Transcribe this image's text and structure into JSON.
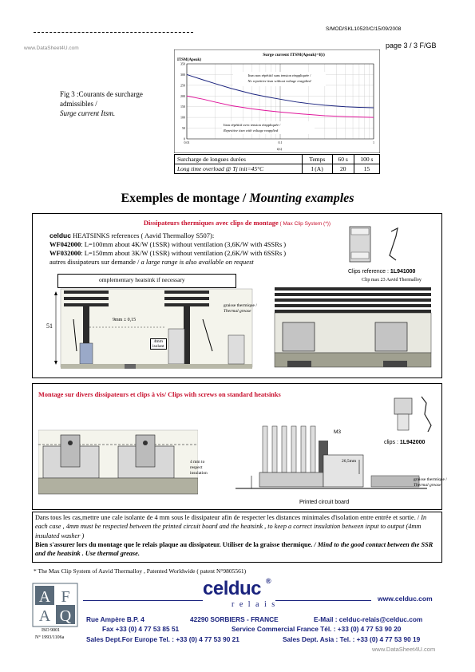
{
  "header": {
    "doc_ref": "S/MOD/SKL10520/C/15/09/2008",
    "page": "page 3 / 3  F/GB",
    "watermark_top": "www.DataSheet4U.com"
  },
  "fig3": {
    "caption_fr_1": "Fig 3 :Courants de surcharge",
    "caption_fr_2": "admissibles /",
    "caption_en": "Surge current Itsm."
  },
  "chart_data": {
    "type": "line",
    "title": "Surge current ITSM(Apeak)=f(t)",
    "ylabel": "ITSM(Apeak)",
    "xlabel": "t(s)",
    "x_scale": "log",
    "xlim": [
      0.01,
      1
    ],
    "ylim": [
      0,
      350
    ],
    "x_ticks": [
      "0.01",
      "0.1",
      "1"
    ],
    "y_ticks": [
      "0",
      "50",
      "100",
      "150",
      "200",
      "250",
      "300",
      "350"
    ],
    "grid": true,
    "series": [
      {
        "name": "Itsm non répétitif sans tension réappliquée / No repetitive itsm without voltage reapplied",
        "color": "#1a237e",
        "x": [
          0.01,
          0.015,
          0.02,
          0.03,
          0.05,
          0.07,
          0.1,
          0.15,
          0.2,
          0.3,
          0.5,
          0.7,
          1
        ],
        "y": [
          300,
          275,
          258,
          235,
          210,
          197,
          185,
          172,
          165,
          157,
          150,
          147,
          145
        ]
      },
      {
        "name": "Itsm répétitif avec tension réappliquée / Repetitive itsm with voltage reapplied",
        "color": "#e0169b",
        "x": [
          0.01,
          0.015,
          0.02,
          0.03,
          0.05,
          0.07,
          0.1,
          0.15,
          0.2,
          0.3,
          0.5,
          0.7,
          1
        ],
        "y": [
          200,
          185,
          172,
          155,
          140,
          132,
          125,
          118,
          114,
          108,
          104,
          102,
          100
        ]
      }
    ]
  },
  "surge_table": {
    "row1": [
      "Surcharge de longues durées",
      "Temps",
      "60 s",
      "100 s"
    ],
    "row2": [
      "Long time overload @ Tj init=45°C",
      "I (A)",
      "20",
      "15"
    ]
  },
  "section_title": {
    "fr": "Exemples de montage / ",
    "en": "Mounting examples"
  },
  "box1": {
    "title": "Dissipateurs   thermiques   avec   clips   de   montage",
    "title_small": " ( Max Clip System (*))",
    "brand": "celduc",
    "line1": " HEATSINKS references ( Aavid Thermalloy  S507):",
    "wf042_code": "WF042000",
    "wf042_text": ": L=100mm  about 4K/W (1SSR) without ventilation  (3,6K/W with 4SSRs )",
    "wf032_code": "WF032000",
    "wf032_text": ": L=150mm  about 3K/W (1SSR) without ventilation  (2,6K/W with 6SSRs )",
    "other_fr": "autres dissipateurs sur demande / ",
    "other_en": "a large range is also available on request",
    "clip_ref_label": "Clips  reference  :  ",
    "clip_ref_code": "1L941000",
    "clip_max": "Clip max 23   Aavid Thermalloy",
    "heatsink_note": "omplementary heatsink if necessary",
    "dim_51": "51",
    "dim_9mm": "9mm ± 0,15",
    "dim_4mm": "4mm",
    "dim_isolant": "isolant",
    "grease_fr": "graisse thermique /",
    "grease_en": "Thermal grease"
  },
  "box2": {
    "title": "Montage  sur  divers  dissipateurs  et  clips  à  vis/  Clips  with  screws  on  standard  heatsinks",
    "m3": "M3",
    "clips_label": "clips :  ",
    "clips_code": "1L942000",
    "dim_4mm_1": "4 mm to",
    "dim_4mm_2": "respect",
    "dim_4mm_3": "insulation",
    "dim_26": "26,5mm",
    "grease_fr": "graisse thermique /",
    "grease_en": "Thermal grease",
    "pcb": "Printed  circuit  board"
  },
  "note_box": {
    "fr_1": "Dans tous les cas,mettre une cale isolante de 4 mm sous le dissipateur afin de respecter les distances minimales d'isolation entre entrée et sortie.  / ",
    "en_1": "In each case , 4mm must be respected between the printed circuit board and the heatsink , to keep a correct insulation between input to output (4mm  insulated washer )",
    "fr_2": "Bien  s'assurer lors du montage que le relais plaque au dissipateur. Utiliser de la graisse thermique.",
    "en_2": " /  Mind to the good contact between the SSR and the heatsink . Use thermal grease."
  },
  "footnote": "* The Max Clip System of Aavid Thermalloy , Patented Worldwide ( patent N°9805561)",
  "footer": {
    "afaq_iso": "ISO 9001",
    "afaq_num": "N° 1993/1106a",
    "brand": "celduc",
    "brand_sub": "r e l a i s",
    "url": "www.celduc.com",
    "addr": "Rue Ampère B.P. 4",
    "city": "42290 SORBIERS - FRANCE",
    "email": "E-Mail : celduc-relais@celduc.com",
    "fax": "Fax +33 (0) 4 77 53 85 51",
    "service": "Service Commercial France Tél. : +33 (0) 4 77 53 90 20",
    "sales_eu": "Sales Dept.For Europe Tel. : +33 (0) 4 77 53 90 21",
    "sales_asia": "Sales Dept. Asia : Tel. : +33 (0) 4 77 53 90 19",
    "watermark_bottom": "www.DataSheet4U.com"
  }
}
